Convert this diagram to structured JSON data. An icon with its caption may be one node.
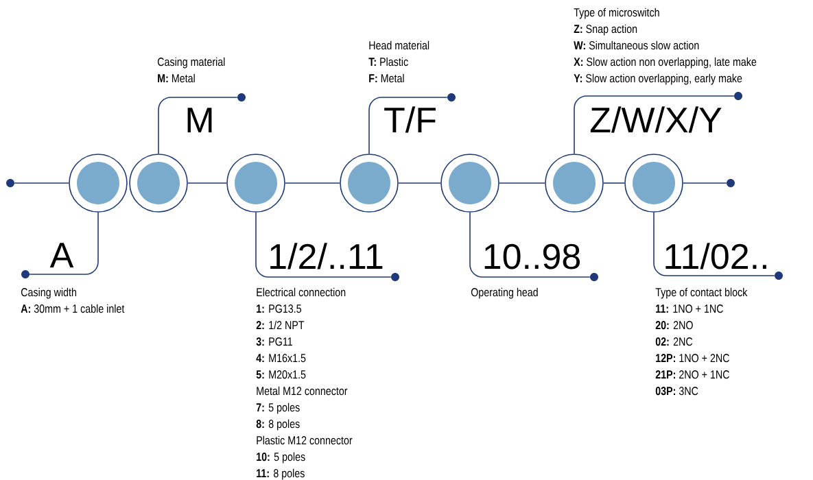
{
  "diagram": {
    "nodes": [
      {
        "text": [],
        "shape": "circle"
      },
      {
        "text": [],
        "shape": "circle"
      },
      {
        "text": [],
        "shape": "circle"
      },
      {
        "text": [],
        "shape": "circle"
      },
      {
        "text": [],
        "shape": "circle"
      },
      {
        "text": [],
        "shape": "circle"
      },
      {
        "text": [],
        "shape": "circle"
      },
      {
        "text": [],
        "shape": "circle"
      },
      {
        "text": [],
        "shape": "circle"
      },
      {
        "text": [],
        "shape": "circle"
      },
      {
        "text": [],
        "shape": "circle"
      },
      {
        "text": [],
        "shape": "circle"
      },
      {
        "text": [],
        "shape": "circle"
      },
      {
        "text": [],
        "shape": "circle"
      },
      {
        "text": [],
        "shape": "circle"
      },
      {
        "text": [],
        "shape": "circle"
      }
    ],
    "edges": [
      {
        "from": 0,
        "to": 7,
        "arrow": "none"
      },
      {
        "from": 1,
        "to": 2,
        "arrow": "none"
      },
      {
        "from": 2,
        "to": 3,
        "arrow": "none"
      },
      {
        "from": 3,
        "to": 4,
        "arrow": "none"
      },
      {
        "from": 4,
        "to": 5,
        "arrow": "none"
      },
      {
        "from": 5,
        "to": 6,
        "arrow": "none"
      },
      {
        "from": 6,
        "to": 13,
        "arrow": "none"
      },
      {
        "from": 0,
        "to": 8,
        "arrow": "none"
      },
      {
        "from": 1,
        "to": 9,
        "arrow": "none"
      },
      {
        "from": 2,
        "to": 10,
        "arrow": "none"
      },
      {
        "from": 3,
        "to": 11,
        "arrow": "none"
      },
      {
        "from": 4,
        "to": 12,
        "arrow": "none"
      },
      {
        "from": 5,
        "to": 14,
        "arrow": "none"
      },
      {
        "from": 6,
        "to": 15,
        "arrow": "none"
      }
    ],
    "labels": [
      "Casing material",
      "**M:** Metal",
      "M",
      "Head material",
      "**T:** Plastic",
      "**F:** Metal",
      "T/F",
      "Type of microswitch",
      "**Z:** Snap action",
      "**W:** Simultaneous slow action",
      "**X:** Slow action non overlapping, late make",
      "**Y:** Slow action overlapping, early make",
      "Z/W/X/Y",
      "A",
      "Casing width",
      "**A:** 30mm + 1 cable inlet",
      "1/2/..11",
      "Electrical connection",
      "**1:** PG13.5",
      "**2:** 1/2 NPT",
      "**3:** PG11",
      "**4:** M16x1.5",
      "**5:** M20x1.5",
      "Metal M12 connector",
      "**7:** 5 poles",
      "**8:** 8 poles",
      "Plastic M12 connector",
      "**10:** 5 poles",
      "**11:** 8 poles",
      "10..98",
      "Operating head",
      "11/02..",
      "Type of contact block",
      "**11:** 1NO + 1NC",
      "**20:** 2NO",
      "**02:** 2NC",
      "**12P:** 1NO + 2NC",
      "**21P:** 2NO + 1NC",
      "**03P:** 3NC"
    ]
  }
}
